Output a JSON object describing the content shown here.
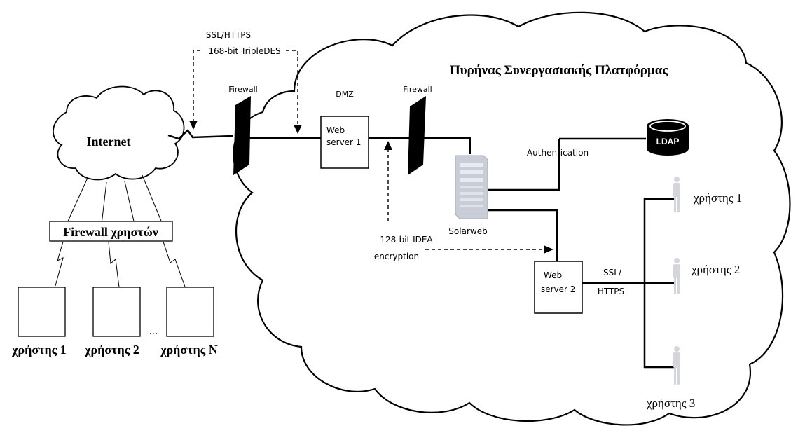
{
  "title": "Πυρήνας Συνεργασιακής Πλατφόρμας",
  "internet_label": "Internet",
  "ssl_top": {
    "line1": "SSL/HTTPS",
    "line2": "168-bit TripleDES"
  },
  "firewall1_label": "Firewall",
  "dmz_label": "DMZ",
  "firewall2_label": "Firewall",
  "web_server_1": {
    "line1": "Web",
    "line2": "server 1"
  },
  "solarweb_label": "Solarweb",
  "ldap_label": "LDAP",
  "authentication_label": "Authentication",
  "idea": {
    "line1": "128-bit IDEA",
    "line2": "encryption"
  },
  "web_server_2": {
    "line1": "Web",
    "line2": "server 2"
  },
  "ssl_right": {
    "line1": "SSL/",
    "line2": "HTTPS"
  },
  "firewall_users_label": "Firewall χρηστών",
  "ellipsis": "…",
  "left_users": [
    "χρήστης 1",
    "χρήστης 2",
    "χρήστης N"
  ],
  "right_users": [
    "χρήστης 1",
    "χρήστης 2",
    "χρήστης 3"
  ],
  "colors": {
    "line": "#000000",
    "server_gray": "#c8cdd8",
    "person_gray": "#d4d6dc"
  }
}
